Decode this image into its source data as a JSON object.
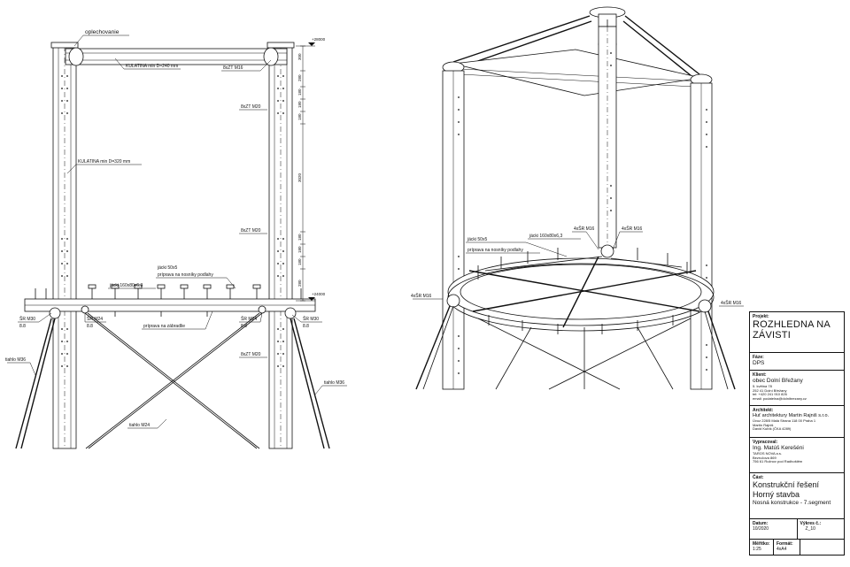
{
  "left_elevation": {
    "label_oplechovanie": "oplechovanie",
    "label_kulatina_top": "KULATINA min D=240 mm",
    "label_kulatina_col": "KULATINA min D=320 mm",
    "label_8xzt_m16": "8xZT M16",
    "label_8xzt_m20_a": "8xZT M20",
    "label_8xzt_m20_b": "8xZT M20",
    "label_8xzt_m20_c": "8xZT M20",
    "label_jekl_50": "jäcki 50x5",
    "label_priprava_noseniky": "príprava na nosníky podlahy",
    "label_jekl_160": "jäcki 160x80x6,3",
    "label_priprava_zabradlie": "príprava na zábradlie",
    "label_sr_m30_left": "ŠR M30",
    "label_sr_m30_left_cls": "8.8",
    "label_sr_m24_left": "ŠR M24",
    "label_sr_m24_left_cls": "8.8",
    "label_sr_m24_right": "ŠR M24",
    "label_sr_m24_right_cls": "8.8",
    "label_sr_m30_right": "ŠR M30",
    "label_sr_m30_right_cls": "8.8",
    "label_tiahlo_m36_left": "tiahlo M36",
    "label_tiahlo_m36_right": "tiahlo M36",
    "label_tiahlo_m24": "tiahlo M24",
    "level_top": "+28000",
    "level_bottom": "+24000",
    "dims": [
      "300",
      "280",
      "180",
      "180",
      "180",
      "3020",
      "180",
      "180",
      "180",
      "280"
    ]
  },
  "right_view": {
    "label_4xsr_m16_a": "4xŠR M16",
    "label_4xsr_m16_b": "4xŠR M16",
    "label_4xsr_m16_c": "4xŠR M16",
    "label_4xsr_m16_d": "4xŠR M16",
    "label_jekl_50": "jäcki 50x5",
    "label_priprava_noseniky": "príprava na nosníky podlahy",
    "label_jekl_160": "jäcki 160x80x6,3"
  },
  "title_block": {
    "projekt_hdr": "Projekt:",
    "projekt_line1": "ROZHLEDNA NA",
    "projekt_line2": "ZÁVISTI",
    "faze_hdr": "Fáze:",
    "faze_val": "DPS",
    "klient_hdr": "Klient:",
    "klient_name": "obec Dolní Břežany",
    "klient_lines": [
      "5. května 78",
      "252 41 Dolní Břežany",
      "tel: +420 241 910 826",
      "email: podatelna@dolnibrezany.cz"
    ],
    "architekt_hdr": "Architekt:",
    "architekt_name": "Huť architektury Martin Rajniš s.r.o.",
    "architekt_lines": [
      "Úvoz 228/5 Malá Strana 118 00 Praha 1",
      "Martin Rajniš",
      "David Kubík (ČKA 4289)"
    ],
    "vypracoval_hdr": "Vypracoval:",
    "vypracoval_name": "Ing. Matúš Kerešéni",
    "vypracoval_lines": [
      "TAROS NOVA a.s.",
      "Bezručova 869",
      "756 61 Rožnov pod Radhoštěm"
    ],
    "cast_hdr": "Část:",
    "cast_line1": "Konstrukční řešení",
    "cast_line2": "Horný stavba",
    "cast_line3": "Nosná konstrukce - 7.segment",
    "datum_hdr": "Datum:",
    "datum_val": "10/2020",
    "vykres_hdr": "Výkres č.:",
    "vykres_val": "Z_10",
    "meritko_hdr": "Měřítko:",
    "meritko_val": "1:25",
    "format_hdr": "Formát:",
    "format_val": "4xA4"
  }
}
